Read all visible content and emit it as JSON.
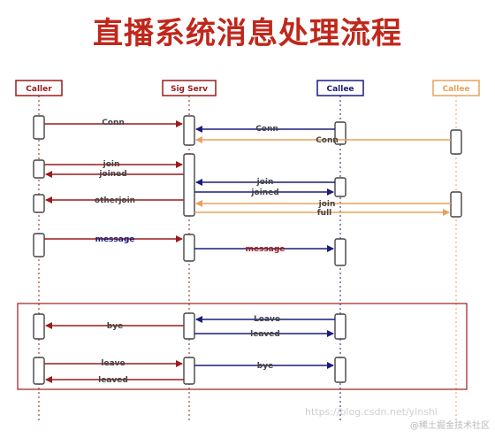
{
  "title": "直播系统消息处理流程",
  "watermark_url": "https://blog.csdn.net/yinshi",
  "watermark_brand": "@稀土掘金技术社区",
  "colors": {
    "red": "#9b1b1b",
    "blue": "#1b1d7a",
    "orange": "#e8a25a",
    "title": "#c0271b"
  },
  "actors": [
    {
      "id": "caller",
      "label": "Caller"
    },
    {
      "id": "sigserv",
      "label": "Sig Serv"
    },
    {
      "id": "callee",
      "label": "Callee"
    },
    {
      "id": "callee2",
      "label": "Callee"
    }
  ],
  "messages": [
    {
      "label": "Conn",
      "from": "caller",
      "to": "sigserv"
    },
    {
      "label": "Conn",
      "from": "callee",
      "to": "sigserv"
    },
    {
      "label": "Conn",
      "from": "callee2",
      "to": "sigserv"
    },
    {
      "label": "join",
      "from": "caller",
      "to": "sigserv"
    },
    {
      "label": "joined",
      "from": "sigserv",
      "to": "caller"
    },
    {
      "label": "join",
      "from": "callee",
      "to": "sigserv"
    },
    {
      "label": "joined",
      "from": "sigserv",
      "to": "callee"
    },
    {
      "label": "otherjoin",
      "from": "sigserv",
      "to": "caller"
    },
    {
      "label": "join",
      "from": "callee2",
      "to": "sigserv"
    },
    {
      "label": "full",
      "from": "sigserv",
      "to": "callee2"
    },
    {
      "label": "message",
      "from": "caller",
      "to": "sigserv"
    },
    {
      "label": "message",
      "from": "sigserv",
      "to": "callee"
    },
    {
      "label": "Leave",
      "from": "callee",
      "to": "sigserv"
    },
    {
      "label": "bye",
      "from": "sigserv",
      "to": "caller"
    },
    {
      "label": "leaved",
      "from": "sigserv",
      "to": "callee"
    },
    {
      "label": "leave",
      "from": "caller",
      "to": "sigserv"
    },
    {
      "label": "bye",
      "from": "sigserv",
      "to": "callee"
    },
    {
      "label": "leaved",
      "from": "sigserv",
      "to": "caller"
    }
  ]
}
